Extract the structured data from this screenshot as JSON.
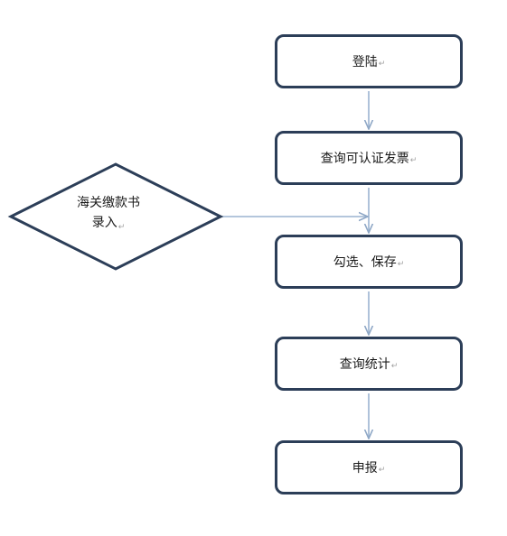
{
  "colors": {
    "box_border": "#2c3e58",
    "arrow": "#9bb3d0",
    "text": "#1a1a1a",
    "return_mark": "#a0a0a0"
  },
  "return_mark": "↵",
  "steps": [
    {
      "label": "登陆"
    },
    {
      "label": "查询可认证发票"
    },
    {
      "label": "勾选、保存"
    },
    {
      "label": "查询统计"
    },
    {
      "label": "申报"
    }
  ],
  "decision": {
    "line1": "海关缴款书",
    "line2": "录入"
  }
}
